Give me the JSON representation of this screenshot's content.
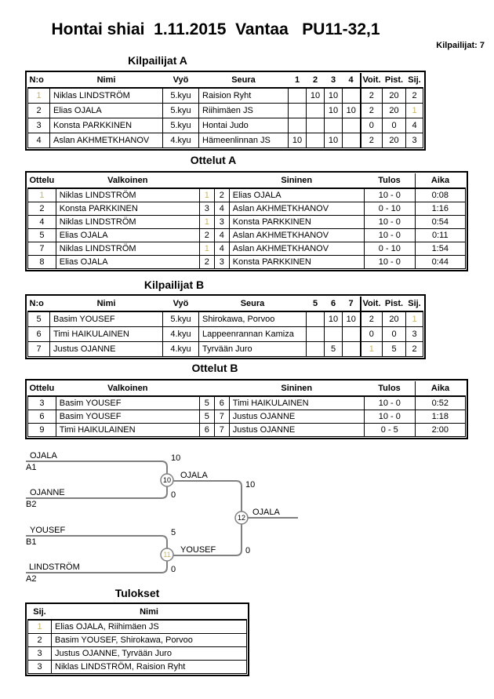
{
  "page": {
    "title": "Hontai shiai  1.11.2015  Vantaa   PU11-32,1",
    "competitors_label": "Kilpailijat: 7"
  },
  "colors": {
    "bracket_line": "#808080",
    "pale_digit": "#c9b564",
    "border": "#000000",
    "background": "#ffffff"
  },
  "sections": {
    "kilpailijat_a": {
      "heading": "Kilpailijat A",
      "table": {
        "headers": [
          "N:o",
          "Nimi",
          "Vyö",
          "Seura",
          "1",
          "2",
          "3",
          "4",
          "Voit.",
          "Pist.",
          "Sij."
        ],
        "rows": [
          [
            "1",
            "Niklas LINDSTRÖM",
            "5.kyu",
            "Raision Ryht",
            "",
            "10",
            "10",
            "",
            "2",
            "20",
            "2"
          ],
          [
            "2",
            "Elias OJALA",
            "5.kyu",
            "Riihimäen JS",
            "",
            "",
            "10",
            "10",
            "2",
            "20",
            "1"
          ],
          [
            "3",
            "Konsta PARKKINEN",
            "5.kyu",
            "Hontai Judo",
            "",
            "",
            "",
            "",
            "0",
            "0",
            "4"
          ],
          [
            "4",
            "Aslan AKHMETKHANOV",
            "4.kyu",
            "Hämeenlinnan JS",
            "10",
            "",
            "10",
            "",
            "2",
            "20",
            "3"
          ]
        ]
      }
    },
    "ottelut_a": {
      "heading": "Ottelut A",
      "table": {
        "headers": [
          "Ottelu",
          "Valkoinen",
          "",
          "",
          "Sininen",
          "Tulos",
          "Aika"
        ],
        "rows": [
          [
            "1",
            "Niklas LINDSTRÖM",
            "1",
            "2",
            "Elias OJALA",
            "10 - 0",
            "0:08"
          ],
          [
            "2",
            "Konsta PARKKINEN",
            "3",
            "4",
            "Aslan AKHMETKHANOV",
            "0 - 10",
            "1:16"
          ],
          [
            "4",
            "Niklas LINDSTRÖM",
            "1",
            "3",
            "Konsta PARKKINEN",
            "10 - 0",
            "0:54"
          ],
          [
            "5",
            "Elias OJALA",
            "2",
            "4",
            "Aslan AKHMETKHANOV",
            "10 - 0",
            "0:11"
          ],
          [
            "7",
            "Niklas LINDSTRÖM",
            "1",
            "4",
            "Aslan AKHMETKHANOV",
            "0 - 10",
            "1:54"
          ],
          [
            "8",
            "Elias OJALA",
            "2",
            "3",
            "Konsta PARKKINEN",
            "10 - 0",
            "0:44"
          ]
        ]
      }
    },
    "kilpailijat_b": {
      "heading": "Kilpailijat B",
      "table": {
        "headers": [
          "N:o",
          "Nimi",
          "Vyö",
          "Seura",
          "5",
          "6",
          "7",
          "Voit.",
          "Pist.",
          "Sij."
        ],
        "rows": [
          [
            "5",
            "Basim YOUSEF",
            "5.kyu",
            "Shirokawa, Porvoo",
            "",
            "10",
            "10",
            "2",
            "20",
            "1"
          ],
          [
            "6",
            "Timi HAIKULAINEN",
            "4.kyu",
            "Lappeenrannan Kamiza",
            "",
            "",
            "",
            "0",
            "0",
            "3"
          ],
          [
            "7",
            "Justus OJANNE",
            "4.kyu",
            "Tyrvään Juro",
            "",
            "5",
            "",
            "1",
            "5",
            "2"
          ]
        ]
      }
    },
    "ottelut_b": {
      "heading": "Ottelut B",
      "table": {
        "headers": [
          "Ottelu",
          "Valkoinen",
          "",
          "",
          "Sininen",
          "Tulos",
          "Aika"
        ],
        "rows": [
          [
            "3",
            "Basim YOUSEF",
            "5",
            "6",
            "Timi HAIKULAINEN",
            "10 - 0",
            "0:52"
          ],
          [
            "6",
            "Basim YOUSEF",
            "5",
            "7",
            "Justus OJANNE",
            "10 - 0",
            "1:18"
          ],
          [
            "9",
            "Timi HAIKULAINEN",
            "6",
            "7",
            "Justus OJANNE",
            "0 - 5",
            "2:00"
          ]
        ]
      }
    },
    "bracket": {
      "sf1": {
        "no": "10",
        "top": {
          "name": "OJALA",
          "seed": "A1",
          "score": "10"
        },
        "bot": {
          "name": "OJANNE",
          "seed": "B2",
          "score": "0"
        },
        "win": {
          "name": "OJALA",
          "score": "10"
        }
      },
      "sf2": {
        "no": "11",
        "top": {
          "name": "YOUSEF",
          "seed": "B1",
          "score": "5"
        },
        "bot": {
          "name": "LINDSTRÖM",
          "seed": "A2",
          "score": "0"
        },
        "win": {
          "name": "YOUSEF",
          "score": "0"
        }
      },
      "final": {
        "no": "12",
        "win": {
          "name": "OJALA"
        }
      }
    },
    "tulokset": {
      "heading": "Tulokset",
      "table": {
        "headers": [
          "Sij.",
          "Nimi"
        ],
        "rows": [
          [
            "1",
            "Elias OJALA, Riihimäen JS"
          ],
          [
            "2",
            "Basim YOUSEF, Shirokawa, Porvoo"
          ],
          [
            "3",
            "Justus OJANNE, Tyrvään Juro"
          ],
          [
            "3",
            "Niklas LINDSTRÖM, Raision Ryht"
          ]
        ]
      }
    }
  }
}
